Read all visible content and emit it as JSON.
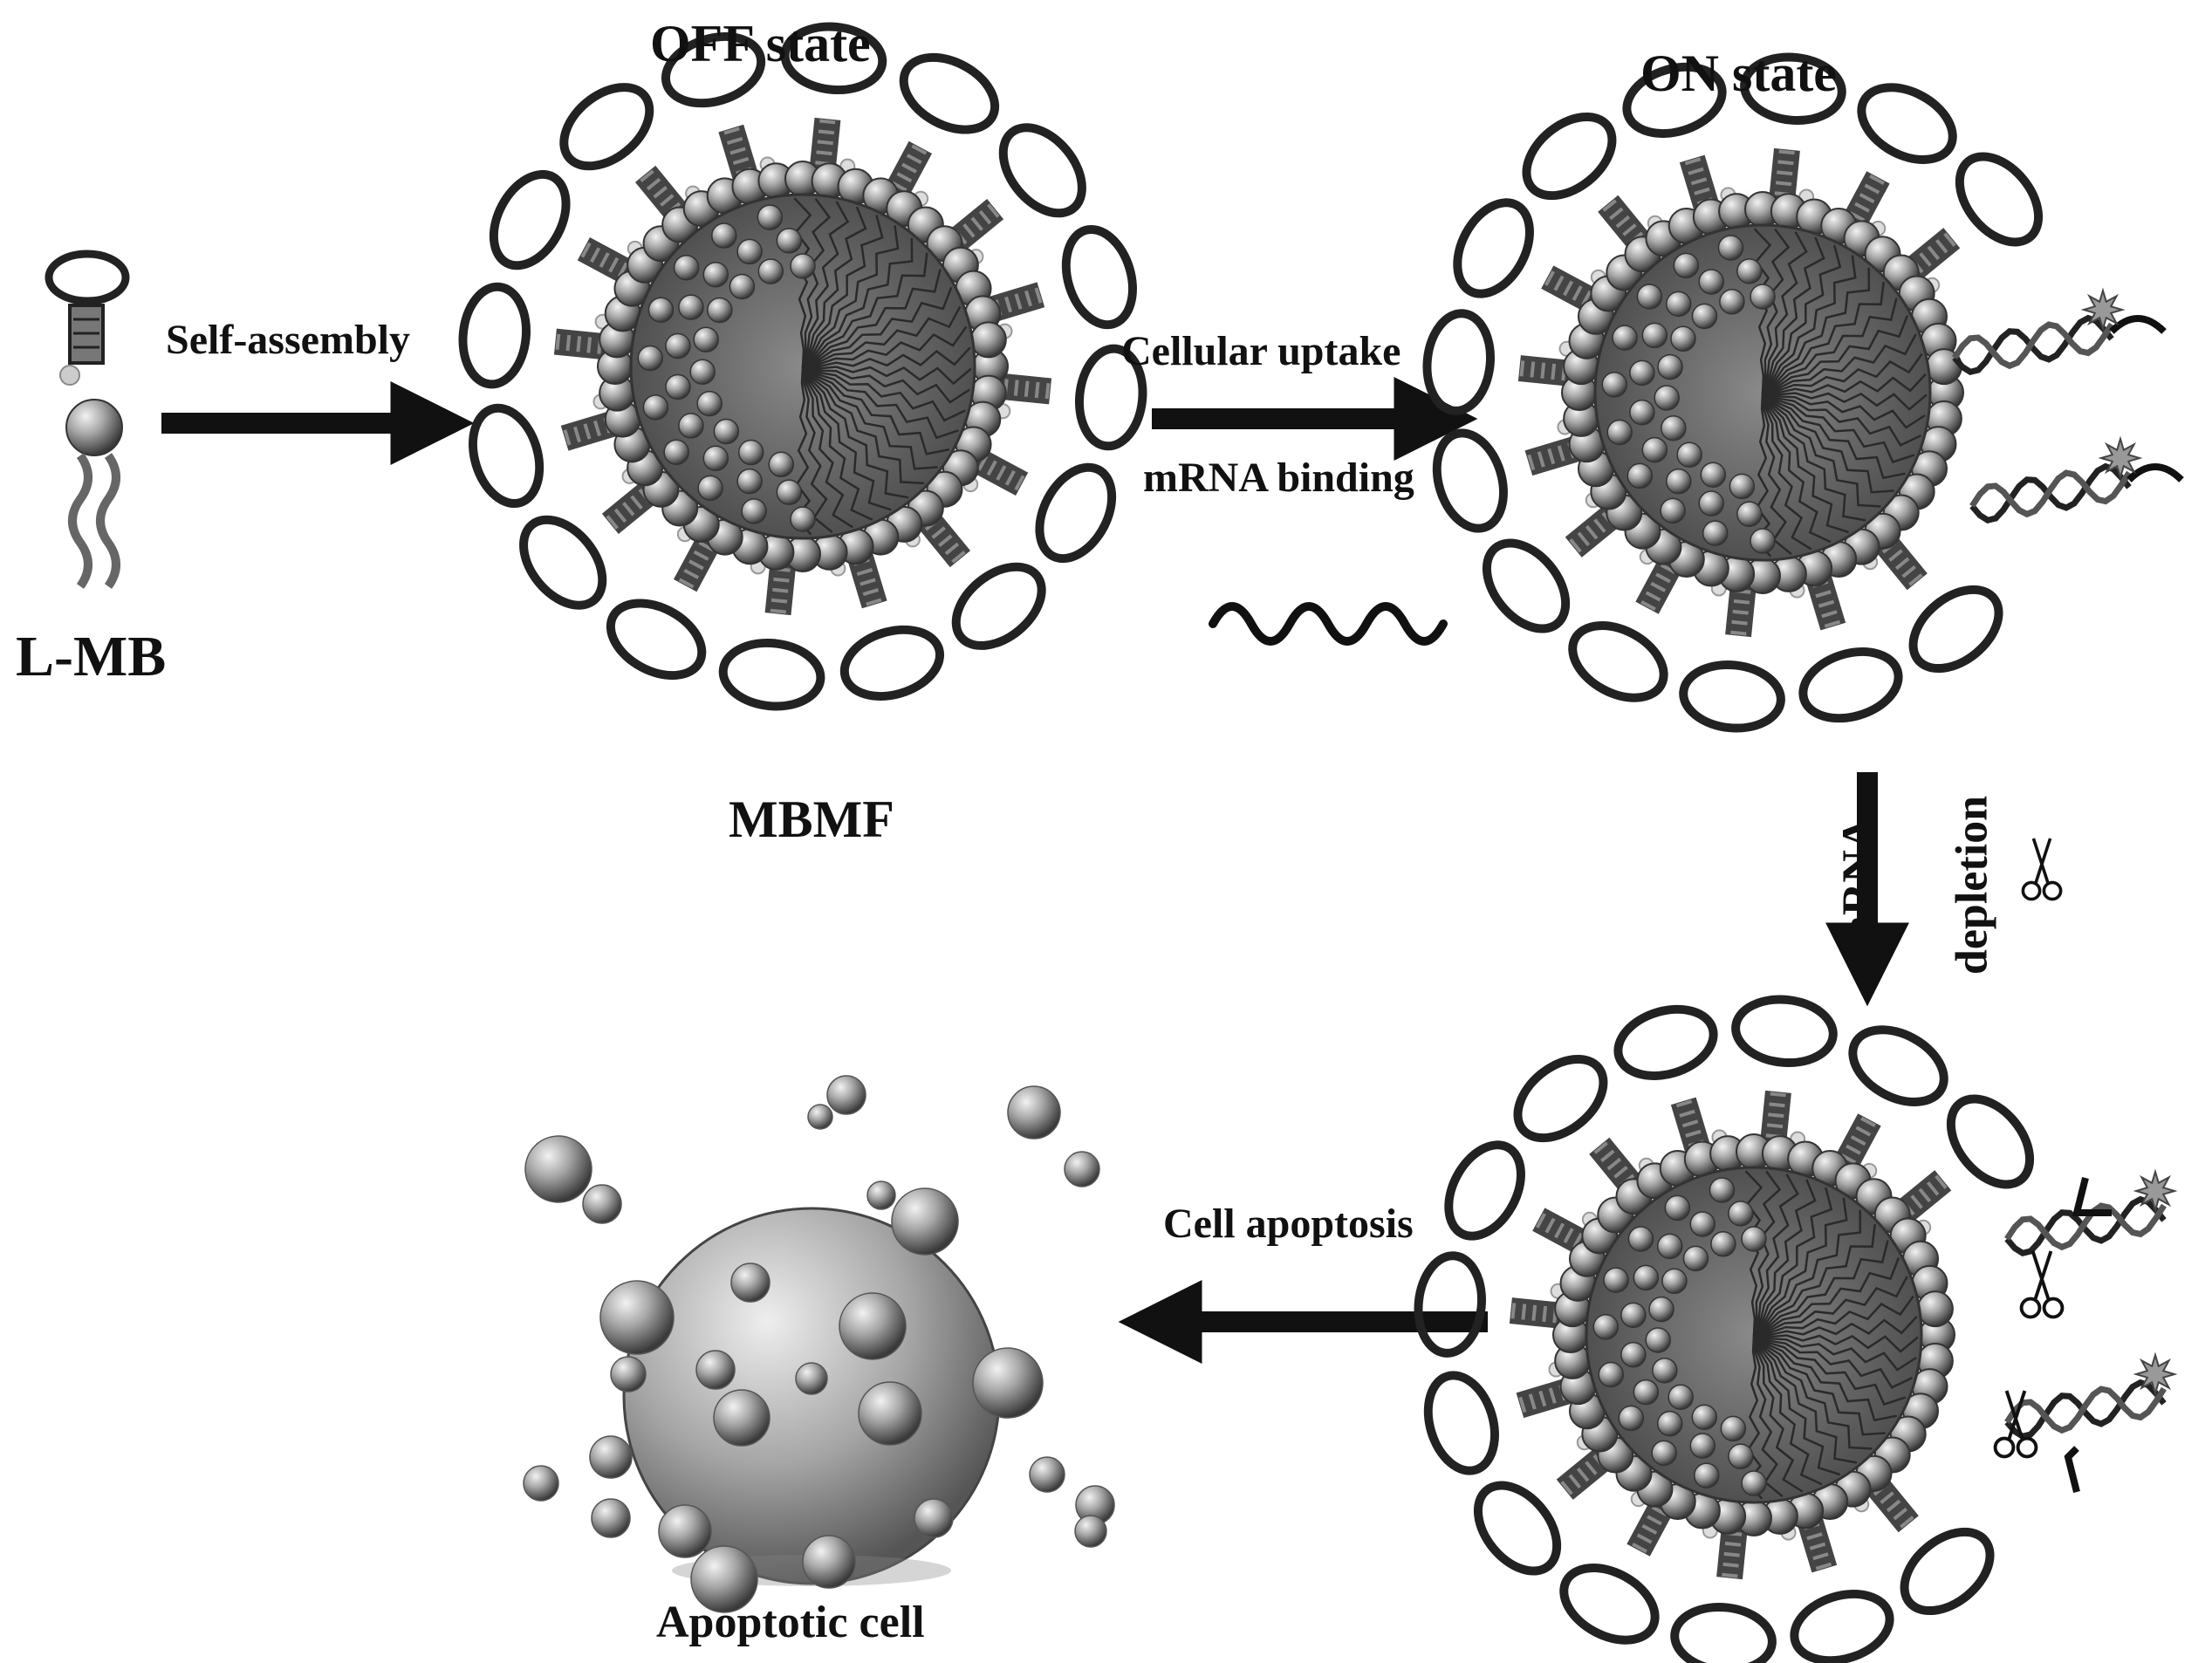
{
  "labels": {
    "lmb": "L-MB",
    "off_state": "OFF state",
    "mbmf": "MBMF",
    "on_state": "ON state",
    "self_assembly": "Self-assembly",
    "cellular_uptake": "Cellular uptake",
    "mrna_binding": "mRNA binding",
    "mrna_vertical": "mRNA",
    "depletion": "depletion",
    "cell_apoptosis": "Cell apoptosis",
    "apoptotic_cell": "Apoptotic cell"
  },
  "icons": {
    "scissors": "scissors-icon",
    "fluorophore": "fluorophore-star-icon",
    "mrna_strand": "mrna-wave-icon"
  },
  "colors": {
    "ink": "#111111",
    "shell": "#7a7a7a",
    "core": "#6a6a6a",
    "sphere": "#9a9a9a"
  }
}
